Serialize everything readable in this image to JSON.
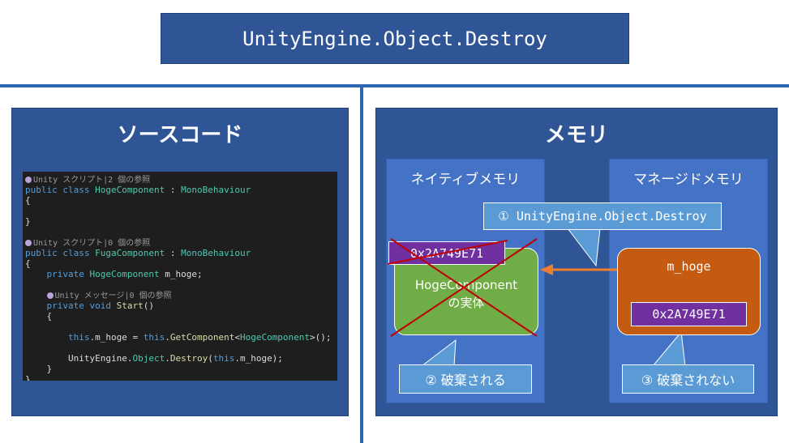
{
  "title": "UnityEngine.Object.Destroy",
  "source_panel": {
    "title": "ソースコード",
    "code": {
      "hint1": "Unity スクリプト|2 個の参照",
      "class1_decl": [
        "public",
        "class",
        "HogeComponent",
        ":",
        "MonoBehaviour"
      ],
      "hint2": "Unity スクリプト|0 個の参照",
      "class2_decl": [
        "public",
        "class",
        "FugaComponent",
        ":",
        "MonoBehaviour"
      ],
      "field": [
        "private",
        "HogeComponent",
        "m_hoge;"
      ],
      "hint3": "Unity メッセージ|0 個の参照",
      "method": [
        "private",
        "void",
        "Start",
        "()"
      ],
      "assign": [
        "this",
        ".m_hoge = ",
        "this",
        ".",
        "GetComponent",
        "<",
        "HogeComponent",
        ">();"
      ],
      "destroy": [
        "UnityEngine.",
        "Object",
        ".",
        "Destroy",
        "(",
        "this",
        ".m_hoge);"
      ],
      "open_brace": "{",
      "close_brace": "}"
    }
  },
  "memory_panel": {
    "title": "メモリ",
    "native": {
      "title": "ネイティブメモリ",
      "address": "0x2A749E71",
      "entity_line1": "HogeComponent",
      "entity_line2": "の実体",
      "callout": "② 破棄される"
    },
    "managed": {
      "title": "マネージドメモリ",
      "var_name": "m_hoge",
      "address": "0x2A749E71",
      "callout": "③ 破棄されない"
    },
    "destroy_callout": "① UnityEngine.Object.Destroy"
  },
  "colors": {
    "panel": "#2f5597",
    "subpanel": "#4472c4",
    "callout": "#5b9bd5",
    "entity": "#70ad47",
    "managed_obj": "#c55a11",
    "address": "#7030a0",
    "arrow": "#ed7d31",
    "cross": "#c00000"
  }
}
